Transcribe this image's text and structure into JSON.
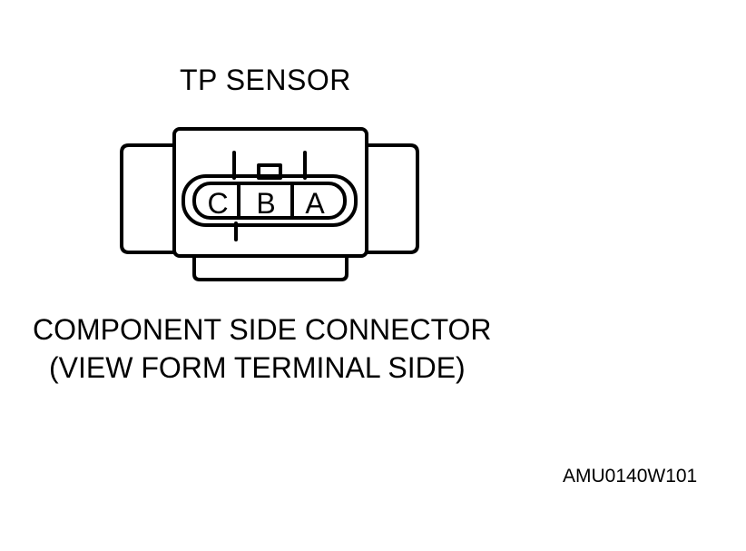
{
  "diagram": {
    "title": "TP SENSOR",
    "connector": {
      "terminals": [
        "C",
        "B",
        "A"
      ]
    },
    "caption": {
      "line1": "COMPONENT SIDE CONNECTOR",
      "line2": "(VIEW FORM TERMINAL SIDE)"
    },
    "figure_code": "AMU0140W101"
  }
}
